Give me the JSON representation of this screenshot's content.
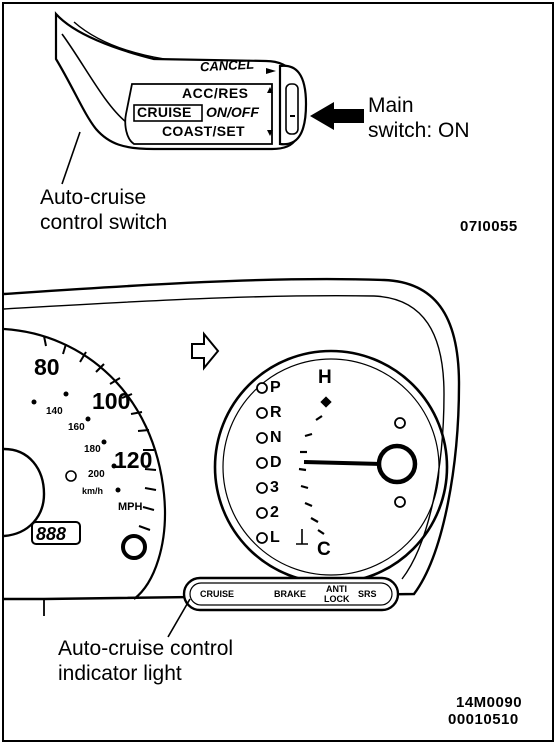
{
  "top_illustration": {
    "switch_labels": {
      "cancel": "CANCEL",
      "acc_res": "ACC/RES",
      "cruise": "CRUISE",
      "on_off": "ON/OFF",
      "coast_set": "COAST/SET"
    },
    "callout_main_switch": [
      "Main",
      "switch: ON"
    ],
    "callout_control_switch": [
      "Auto-cruise",
      "control switch"
    ],
    "figure_code": "07I0055"
  },
  "bottom_illustration": {
    "speedometer": {
      "mph_ticks": [
        "80",
        "100",
        "120"
      ],
      "kmh_ticks": [
        "140",
        "160",
        "180",
        "200"
      ],
      "kmh_unit": "km/h",
      "mph_unit": "MPH",
      "odometer": "888"
    },
    "gear_positions": [
      "P",
      "R",
      "N",
      "D",
      "3",
      "2",
      "L"
    ],
    "temp_gauge": {
      "hot": "H",
      "cold": "C"
    },
    "warning_lights": {
      "cruise": "CRUISE",
      "brake": "BRAKE",
      "anti_lock": [
        "ANTI",
        "LOCK"
      ],
      "srs": "SRS"
    },
    "callout_indicator": [
      "Auto-cruise control",
      "indicator light"
    ],
    "figure_codes": [
      "14M0090",
      "00010510"
    ]
  }
}
